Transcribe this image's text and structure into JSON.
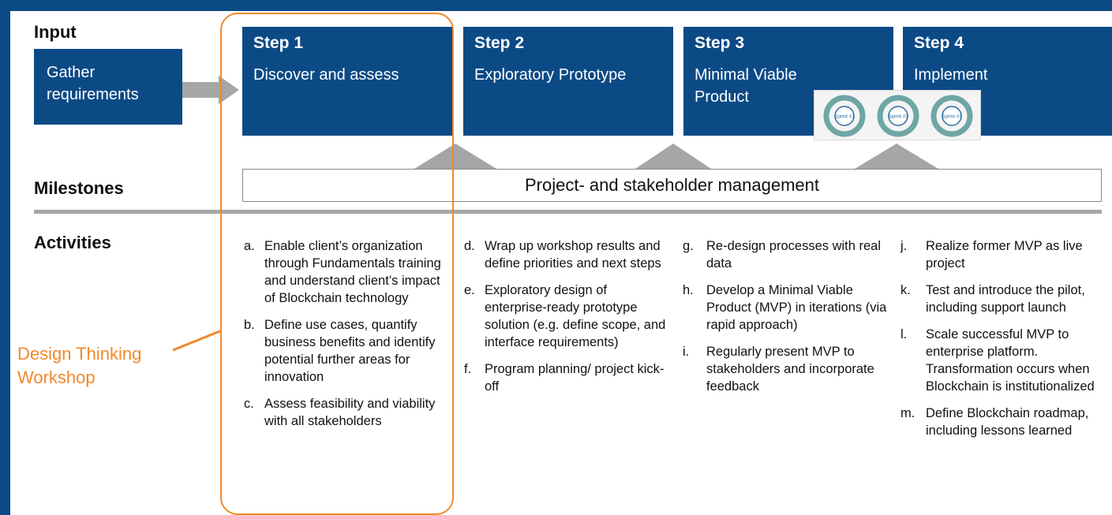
{
  "labels": {
    "input": "Input",
    "milestones": "Milestones",
    "activities": "Activities"
  },
  "input_box": {
    "line1": "Gather",
    "line2": "requirements"
  },
  "steps": [
    {
      "title": "Step 1",
      "subtitle_line1": "Discover and assess",
      "subtitle_line2": ""
    },
    {
      "title": "Step 2",
      "subtitle_line1": "Exploratory Prototype",
      "subtitle_line2": ""
    },
    {
      "title": "Step 3",
      "subtitle_line1": "Minimal Viable",
      "subtitle_line2": "Product"
    },
    {
      "title": "Step 4",
      "subtitle_line1": "Implement",
      "subtitle_line2": ""
    }
  ],
  "milestone_bar": "Project- and stakeholder management",
  "sprints": [
    "Sprint #1",
    "Sprint #2",
    "Sprint #3"
  ],
  "design_thinking": {
    "line1": "Design Thinking",
    "line2": "Workshop"
  },
  "activities": [
    [
      {
        "letter": "a.",
        "text": "Enable client’s organization through Fundamentals training and understand client’s impact of Blockchain technology"
      },
      {
        "letter": "b.",
        "text": "Define use cases, quantify business benefits and identify potential further areas for innovation"
      },
      {
        "letter": "c.",
        "text": "Assess feasibility and viability with all stakeholders"
      }
    ],
    [
      {
        "letter": "d.",
        "text": "Wrap up workshop results and define priorities and next steps"
      },
      {
        "letter": "e.",
        "text": "Exploratory design of enterprise-ready prototype solution (e.g. define scope, and interface requirements)"
      },
      {
        "letter": "f.",
        "text": "Program planning/ project kick-off"
      }
    ],
    [
      {
        "letter": "g.",
        "text": "Re-design processes with real data"
      },
      {
        "letter": "h.",
        "text": "Develop a Minimal Viable Product (MVP) in iterations (via rapid approach)"
      },
      {
        "letter": "i.",
        "text": "Regularly present MVP to stakeholders and incorporate feedback"
      }
    ],
    [
      {
        "letter": "j.",
        "text": "Realize former MVP as live project"
      },
      {
        "letter": "k.",
        "text": "Test and introduce the pilot, including support launch"
      },
      {
        "letter": "l.",
        "text": "Scale successful MVP to enterprise platform. Transformation occurs when Blockchain is institutionalized"
      },
      {
        "letter": "m.",
        "text": "Define Blockchain roadmap, including lessons learned"
      }
    ]
  ],
  "colors": {
    "background": "#0c4a86",
    "step_fill": "#0c4a86",
    "accent_orange": "#f0892a",
    "connector_gray": "#a6a6a6"
  }
}
